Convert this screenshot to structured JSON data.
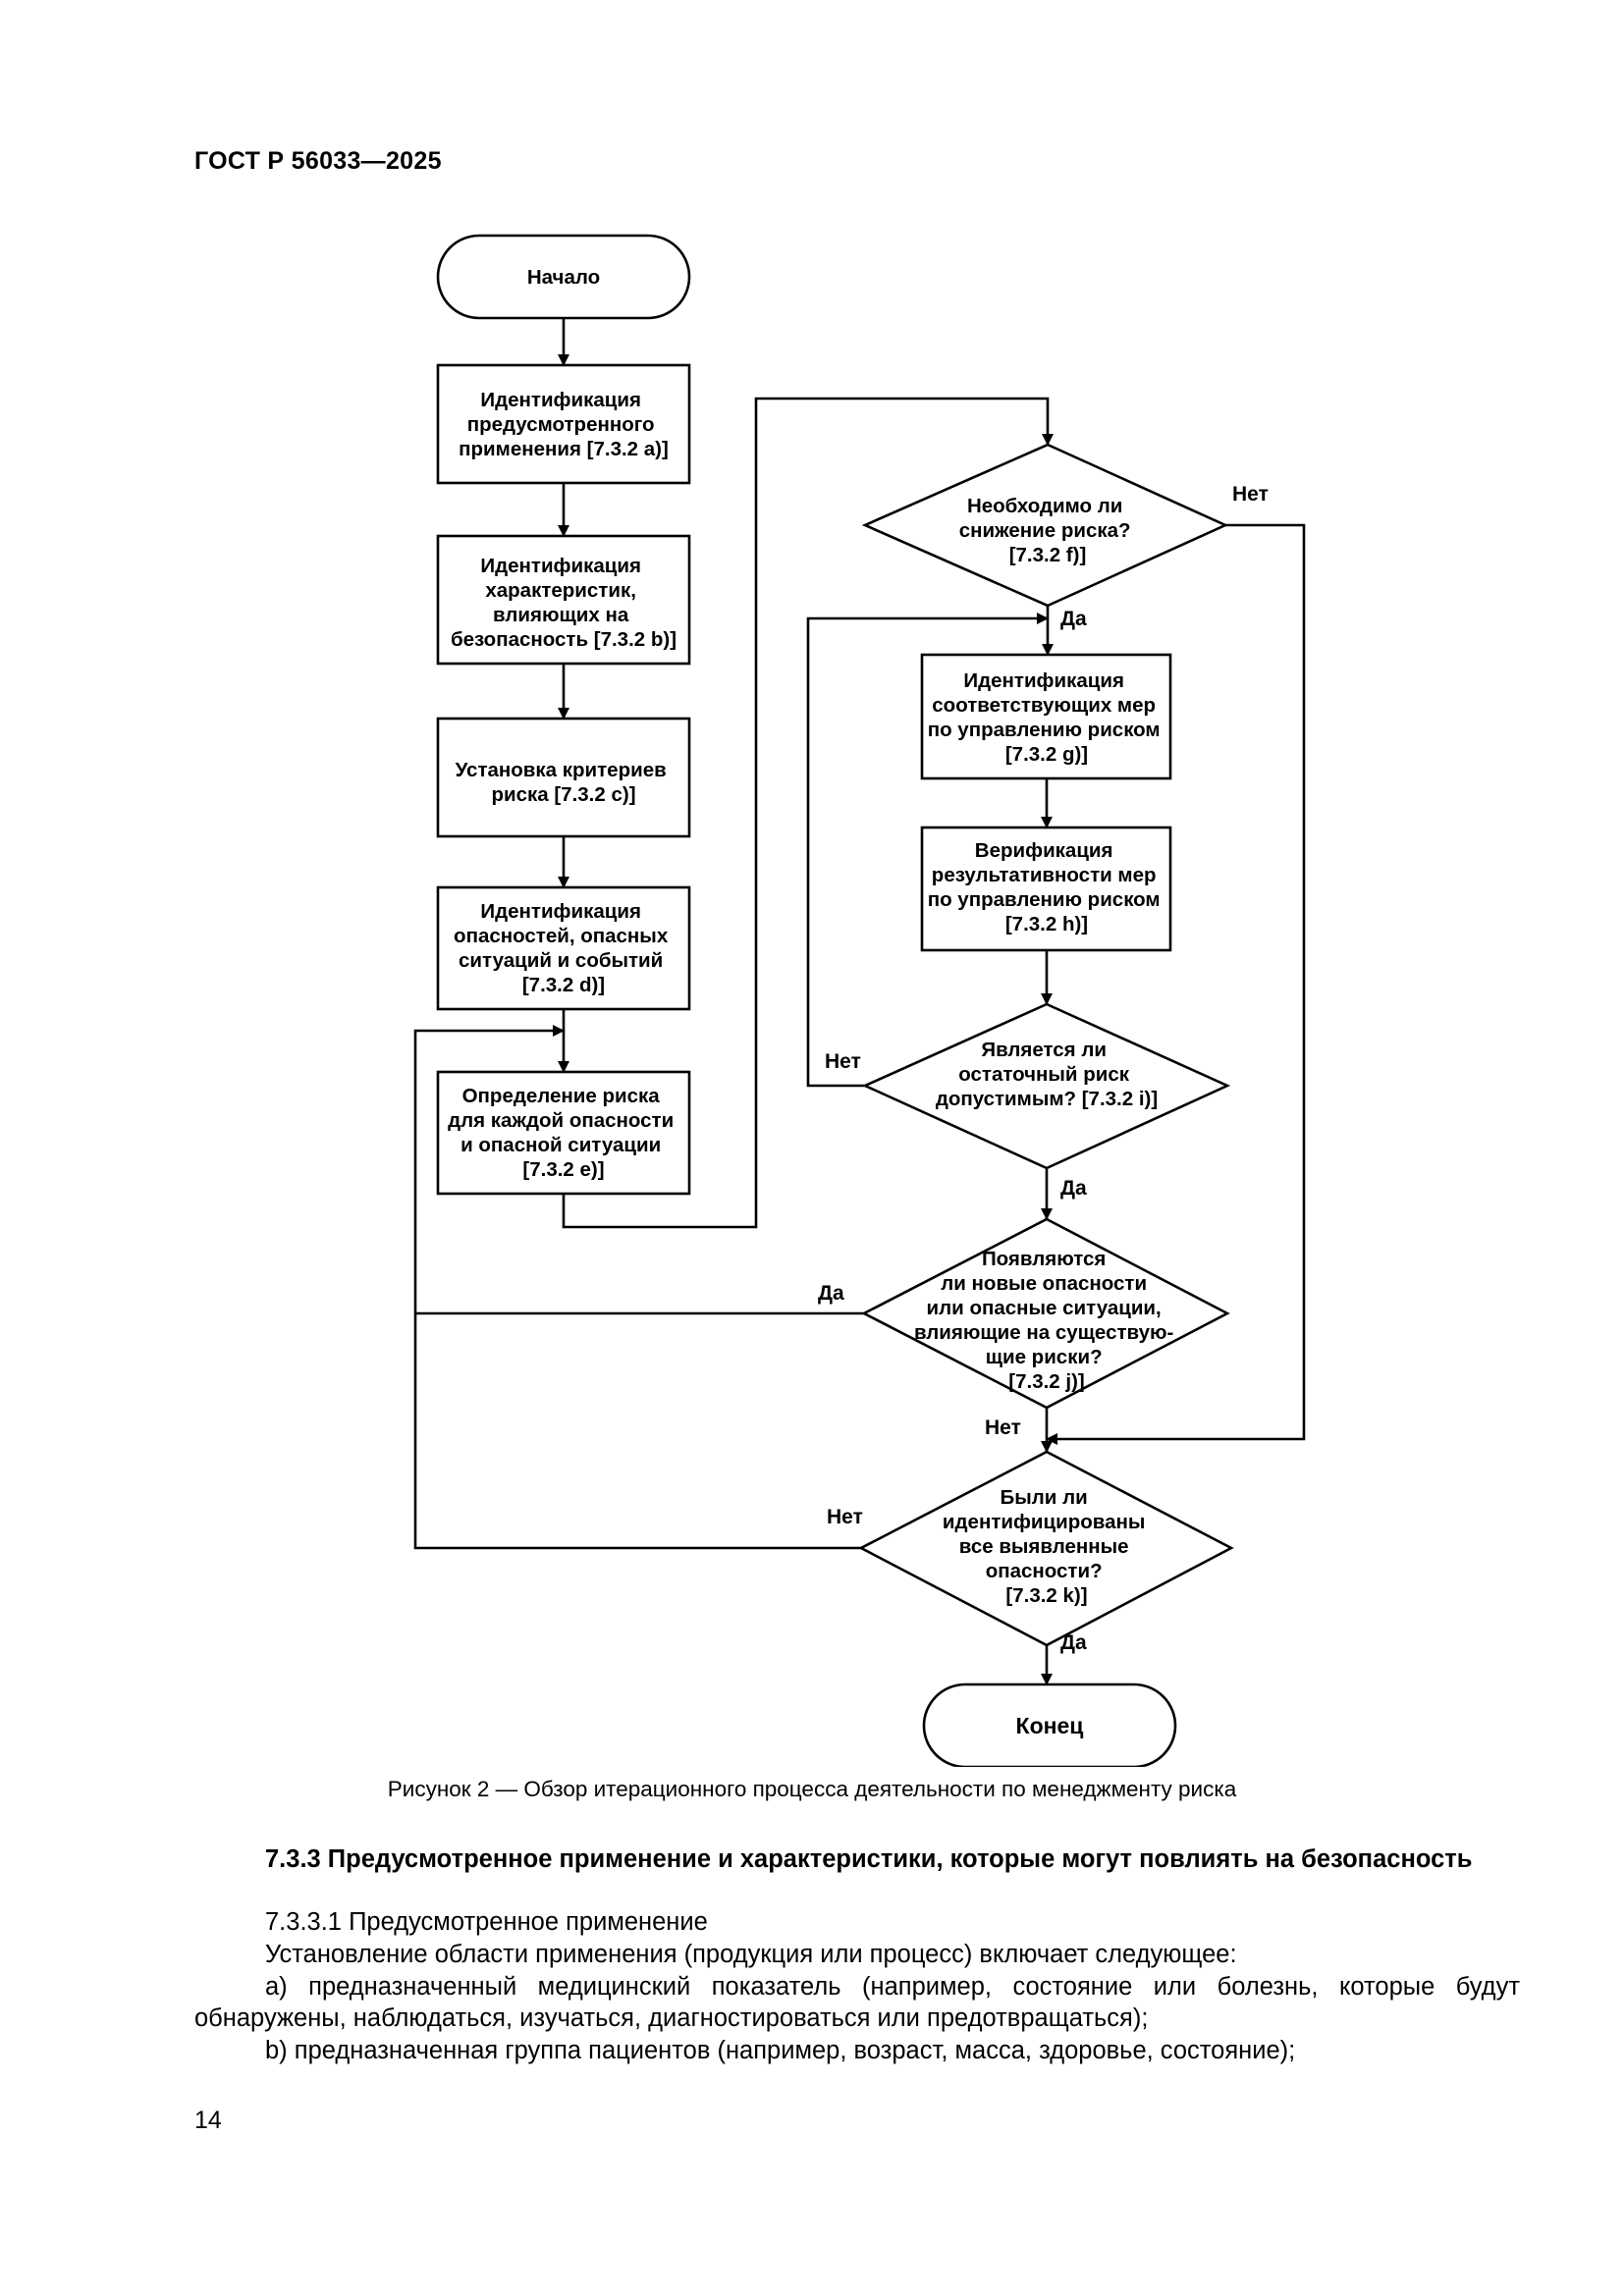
{
  "header": "ГОСТ Р 56033—2025",
  "flowchart": {
    "start": "Начало",
    "end": "Конец",
    "steps": {
      "a": [
        "Идентификация",
        "предусмотренного",
        "применения [7.3.2 a)]"
      ],
      "b": [
        "Идентификация",
        "характеристик,",
        "влияющих на",
        "безопасность [7.3.2 b)]"
      ],
      "c": [
        "Установка критериев",
        "риска [7.3.2 c)]"
      ],
      "d": [
        "Идентификация",
        "опасностей, опасных",
        "ситуаций и событий",
        "[7.3.2 d)]"
      ],
      "e": [
        "Определение риска",
        "для каждой опасности",
        "и опасной ситуации",
        "[7.3.2 e)]"
      ],
      "g": [
        "Идентификация",
        "соответствующих мер",
        "по управлению риском",
        "[7.3.2 g)]"
      ],
      "h": [
        "Верификация",
        "результативности мер",
        "по управлению риском",
        "[7.3.2 h)]"
      ]
    },
    "decisions": {
      "f": [
        "Необходимо ли",
        "снижение риска?",
        "[7.3.2 f)]"
      ],
      "i": [
        "Является ли",
        "остаточный риск",
        "допустимым? [7.3.2 i)]"
      ],
      "j": [
        "Появляются",
        "ли новые опасности",
        "или опасные ситуации,",
        "влияющие на существую-",
        "щие риски?",
        "[7.3.2 j)]"
      ],
      "k": [
        "Были ли",
        "идентифицированы",
        "все выявленные",
        "опасности?",
        "[7.3.2 k)]"
      ]
    },
    "labels": {
      "f_no": "Нет",
      "f_yes": "Да",
      "i_no": "Нет",
      "i_yes": "Да",
      "j_yes": "Да",
      "j_no": "Нет",
      "k_no": "Нет",
      "k_yes": "Да"
    }
  },
  "caption": "Рисунок 2 — Обзор итерационного процесса деятельности по менеджменту риска",
  "section_heading": "7.3.3 Предусмотренное применение и характеристики, которые могут повлиять на безопасность",
  "subsection": "7.3.3.1 Предусмотренное применение",
  "intro": "Установление области применения (продукция или процесс) включает следующее:",
  "items": [
    "a) предназначенный медицинский показатель (например, состояние или болезнь, которые будут обнаружены, наблюдаться, изучаться, диагностироваться или предотвращаться);",
    "b) предназначенная группа пациентов (например, возраст, масса, здоровье, состояние);"
  ],
  "page_number": "14"
}
